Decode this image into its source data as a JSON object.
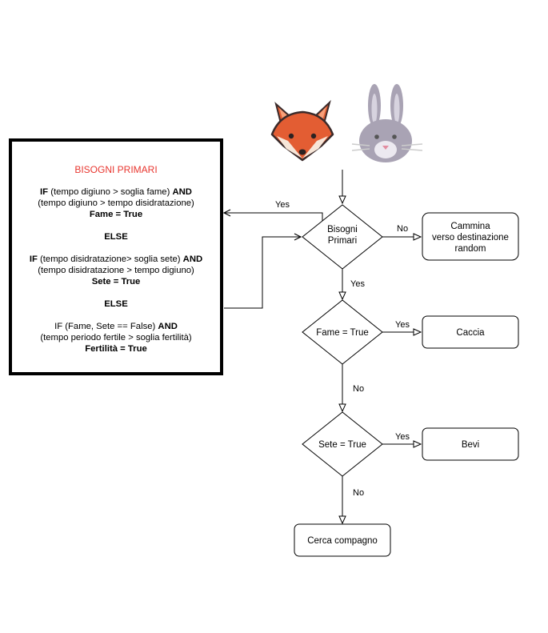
{
  "bisogni_box": {
    "title": "BISOGNI PRIMARI",
    "block1": {
      "if_kw": "IF",
      "cond1": " (tempo digiuno > soglia fame) ",
      "and_kw": "AND",
      "cond2": "(tempo digiuno > tempo disidratazione)",
      "result": "Fame = True"
    },
    "else1": "ELSE",
    "block2": {
      "if_kw": "IF",
      "cond1": " (tempo disidratazione> soglia sete) ",
      "and_kw": "AND",
      "cond2": "(tempo disidratazione > tempo digiuno)",
      "result": "Sete = True"
    },
    "else2": "ELSE",
    "block3": {
      "if_kw": "IF (Fame, Sete == False) ",
      "and_kw": "AND",
      "cond2": "(tempo periodo fertile > soglia fertilità)",
      "result": "Fertilità = True"
    }
  },
  "nodes": {
    "bisogni_line1": "Bisogni",
    "bisogni_line2": "Primari",
    "fame": "Fame = True",
    "sete": "Sete = True",
    "cammina_line1": "Cammina",
    "cammina_line2": "verso destinazione",
    "cammina_line3": "random",
    "caccia": "Caccia",
    "bevi": "Bevi",
    "cerca": "Cerca compagno"
  },
  "edge_labels": {
    "bisogni_yes": "Yes",
    "bisogni_no": "No",
    "bisogni_down_yes": "Yes",
    "fame_yes": "Yes",
    "fame_no": "No",
    "sete_yes": "Yes",
    "sete_no": "No"
  },
  "icons": [
    "fox-icon",
    "rabbit-icon"
  ],
  "colors": {
    "title_red": "#e8362f",
    "fox_orange": "#e35d33",
    "rabbit_grey": "#a9a3b4"
  }
}
